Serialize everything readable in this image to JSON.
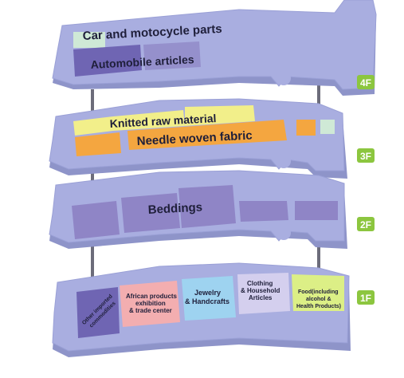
{
  "floors": [
    {
      "id": "4F",
      "label": "4F"
    },
    {
      "id": "3F",
      "label": "3F"
    },
    {
      "id": "2F",
      "label": "2F"
    },
    {
      "id": "1F",
      "label": "1F"
    }
  ],
  "zones": {
    "car_parts": "Car and motocycle parts",
    "automobile": "Automobile articles",
    "knitted": "Knitted  raw  material",
    "needle": "Needle  woven  fabric",
    "beddings": "Beddings",
    "other_imported": [
      "Other imported",
      "commodities"
    ],
    "african": [
      "African products",
      "exhibition",
      "& trade center"
    ],
    "jewelry": [
      "Jewelry",
      "& Handcrafts"
    ],
    "clothing": [
      "Clothing",
      "& Household",
      "Articles"
    ],
    "food": [
      "Food(including",
      "alcohol &",
      "Health Products)"
    ]
  },
  "colors": {
    "floor_plate": "#a9aee0",
    "floor_edge": "#8d93cc",
    "floor_side": "#8e94c9",
    "purple_zone": "#6f65b3",
    "lavender_zone": "#8f85c6",
    "mint_zone": "#cfe9d6",
    "yellow_zone": "#f2ef8a",
    "orange_zone": "#f4a640",
    "pink_zone": "#f3aeb0",
    "blue_zone": "#9ed3f0",
    "lilac_zone": "#d4cfee",
    "lime_zone": "#dcef86",
    "badge": "#8cc63f"
  }
}
